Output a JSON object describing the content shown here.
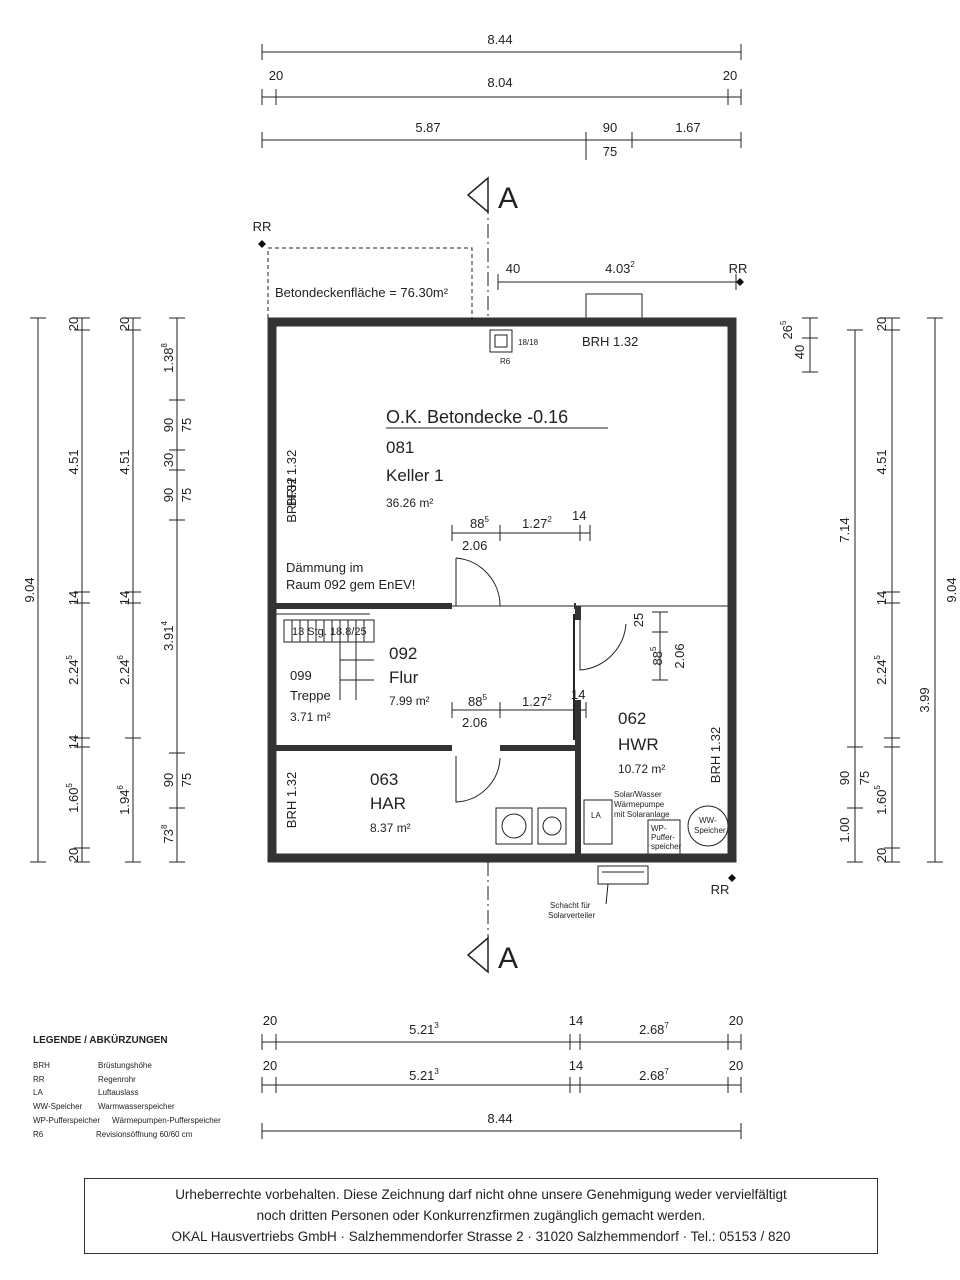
{
  "dims": {
    "top_total": "8.44",
    "top_inner_left": "20",
    "top_inner": "8.04",
    "top_inner_right": "20",
    "top_a": "5.87",
    "top_b": "90",
    "top_c": "1.67",
    "top_d": "75",
    "bot_1": "20",
    "bot_2": "5.21",
    "bot_2_sup": "3",
    "bot_3": "14",
    "bot_4": "2.68",
    "bot_4_sup": "7",
    "bot_5": "20",
    "bot_total": "8.44",
    "rr_40": "40",
    "rr_403": "4.03",
    "rr_403_sup": "2",
    "left_total": "9.04",
    "left_c1": [
      "20",
      "4.51",
      "14",
      "2.24",
      "14",
      "1.60",
      "20"
    ],
    "left_c1_sup": {
      "2.24": "5",
      "1.60": "5"
    },
    "left_c2": [
      "20",
      "4.51",
      "14",
      "2.24",
      "1.94"
    ],
    "left_c2_sup": {
      "2.24": "6",
      "1.94": "6"
    },
    "left_c3a": [
      "1.38",
      "90",
      "30",
      "90",
      "3.91",
      "90",
      "73"
    ],
    "left_c3a_sup": {
      "1.38": "8",
      "3.91": "4",
      "73": "8"
    },
    "left_c3b": [
      "75",
      "75",
      "75"
    ],
    "right_c1": [
      "26",
      "40"
    ],
    "right_c1_sup": {
      "26": "5"
    },
    "right_c2": [
      "7.14",
      "90",
      "1.00"
    ],
    "right_c3": [
      "20",
      "4.51",
      "14",
      "2.24",
      "75",
      "1.60",
      "20"
    ],
    "right_c3_sup": {
      "2.24": "5",
      "1.60": "5"
    },
    "right_c4": [
      "3.99"
    ],
    "right_total": "9.04",
    "inner_885": "88",
    "inner_885_sup": "5",
    "inner_206": "2.06",
    "inner_1272": "1.27",
    "inner_1272_sup": "2",
    "inner_14": "14",
    "flur_885": "88",
    "flur_206": "2.06",
    "flur_1272": "1.27",
    "flur_14": "14",
    "hwr_25": "25",
    "hwr_885": "88",
    "hwr_206": "2.06"
  },
  "labels": {
    "section_a": "A",
    "rr": "RR",
    "betondecke_area": "Betondeckenfläche = 76.30m²",
    "r6": "R6",
    "r6_size": "18/18",
    "brh_top": "BRH 1.32",
    "brh_left1": "BRH 1.32",
    "brh_left2": "BRH.32",
    "brh_har": "BRH 1.32",
    "brh_hwr": "BRH 1.32",
    "ok_betondecke": "O.K. Betondecke -0.16",
    "daemmung_1": "Dämmung im",
    "daemmung_2": "Raum 092 gem EnEV!",
    "stairs": "13 Stg. 18.8/25",
    "solar_1": "Solar/Wasser",
    "solar_2": "Wärmepumpe",
    "solar_3": "mit Solaranlage",
    "la": "LA",
    "wp_1": "WP-",
    "wp_2": "Puffer-",
    "wp_3": "speicher",
    "ww_1": "WW-",
    "ww_2": "Speicher",
    "schacht_1": "Schacht für",
    "schacht_2": "Solarverteiler"
  },
  "rooms": [
    {
      "num": "081",
      "name": "Keller 1",
      "area": "36.26 m²"
    },
    {
      "num": "092",
      "name": "Flur",
      "area": "7.99 m²"
    },
    {
      "num": "099",
      "name": "Treppe",
      "area": "3.71 m²"
    },
    {
      "num": "062",
      "name": "HWR",
      "area": "10.72 m²"
    },
    {
      "num": "063",
      "name": "HAR",
      "area": "8.37 m²"
    }
  ],
  "legend": {
    "title": "LEGENDE / ABKÜRZUNGEN",
    "items": [
      {
        "abbr": "BRH",
        "text": "Brüstungshöhe"
      },
      {
        "abbr": "RR",
        "text": "Regenrohr"
      },
      {
        "abbr": "LA",
        "text": "Luftauslass"
      },
      {
        "abbr": "WW-Speicher",
        "text": "Warmwasserspeicher"
      },
      {
        "abbr": "WP-Pufferspeicher",
        "text": "Wärmepumpen-Pufferspeicher"
      },
      {
        "abbr": "R6",
        "text": "Revisionsöffnung 60/60 cm"
      }
    ]
  },
  "footer": {
    "line1": "Urheberrechte vorbehalten. Diese Zeichnung darf nicht ohne unsere Genehmigung weder vervielfältigt",
    "line2": "noch dritten Personen oder Konkurrenzfirmen zugänglich gemacht werden.",
    "line3": "OKAL Hausvertriebs GmbH · Salzhemmendorfer Strasse 2 · 31020 Salzhemmendorf · Tel.: 05153 / 820"
  }
}
